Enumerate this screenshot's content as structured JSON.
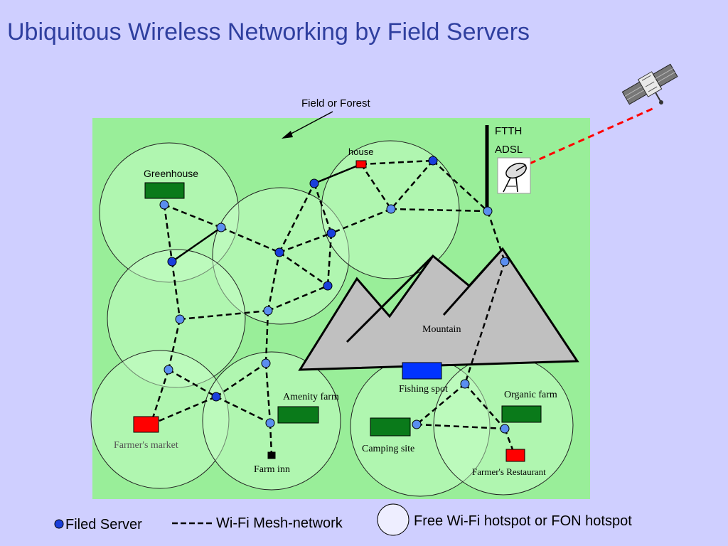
{
  "title": "Ubiquitous Wireless Networking by Field Servers",
  "labels": {
    "field": "Field or Forest",
    "ftth": "FTTH",
    "adsl": "ADSL",
    "house": "house",
    "greenhouse": "Greenhouse",
    "mountain": "Mountain",
    "fishing": "Fishing spot",
    "organic": "Organic farm",
    "amenity": "Amenity farm",
    "camping": "Camping site",
    "market": "Farmer's market",
    "inn": "Farm inn",
    "restaurant": "Farmer's Restaurant"
  },
  "legend": {
    "server": "Filed Server",
    "mesh": "Wi-Fi Mesh-network",
    "hotspot": "Free Wi-Fi hotspot or FON hotspot"
  },
  "colors": {
    "background": "#cfcfff",
    "field": "#99ee99",
    "title": "#2f3f9f",
    "server_dark": "#1a3fdc",
    "server_light": "#5a8ef0",
    "facility_green": "#0a7a1a",
    "facility_red": "#ff0000",
    "fishing_blue": "#0033ff",
    "mountain": "#c0c0c0",
    "satellite_link": "#ff0000"
  }
}
